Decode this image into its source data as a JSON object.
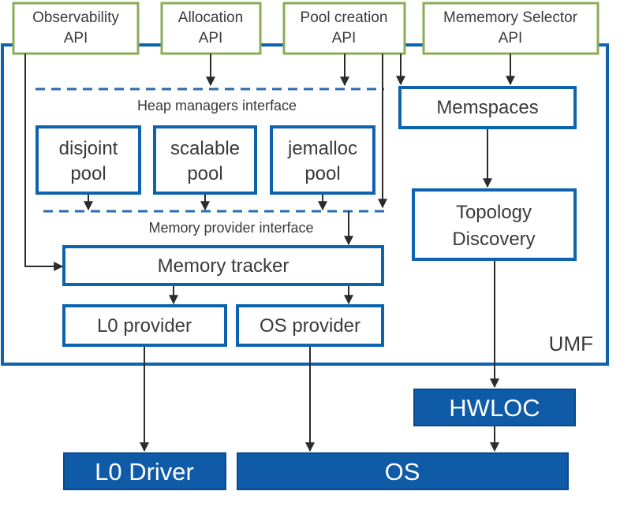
{
  "apis": {
    "observability": [
      "Observability",
      "API"
    ],
    "allocation": [
      "Allocation",
      "API"
    ],
    "pool_creation": [
      "Pool creation",
      "API"
    ],
    "memory_selector": [
      "Mememory Selector",
      "API"
    ]
  },
  "interfaces": {
    "heap_managers": "Heap managers interface",
    "memory_provider": "Memory provider interface"
  },
  "pools": {
    "disjoint": [
      "disjoint",
      "pool"
    ],
    "scalable": [
      "scalable",
      "pool"
    ],
    "jemalloc": [
      "jemalloc",
      "pool"
    ]
  },
  "components": {
    "memspaces": "Memspaces",
    "topology": [
      "Topology",
      "Discovery"
    ],
    "memory_tracker": "Memory tracker",
    "l0_provider": "L0 provider",
    "os_provider": "OS provider",
    "umf": "UMF"
  },
  "external": {
    "hwloc": "HWLOC",
    "l0_driver": "L0 Driver",
    "os": "OS"
  },
  "colors": {
    "umf_border": "#0c64b0",
    "api_border": "#8bac55",
    "dark_fill": "#0f5ba7",
    "interface_dash": "#2a6bae"
  }
}
